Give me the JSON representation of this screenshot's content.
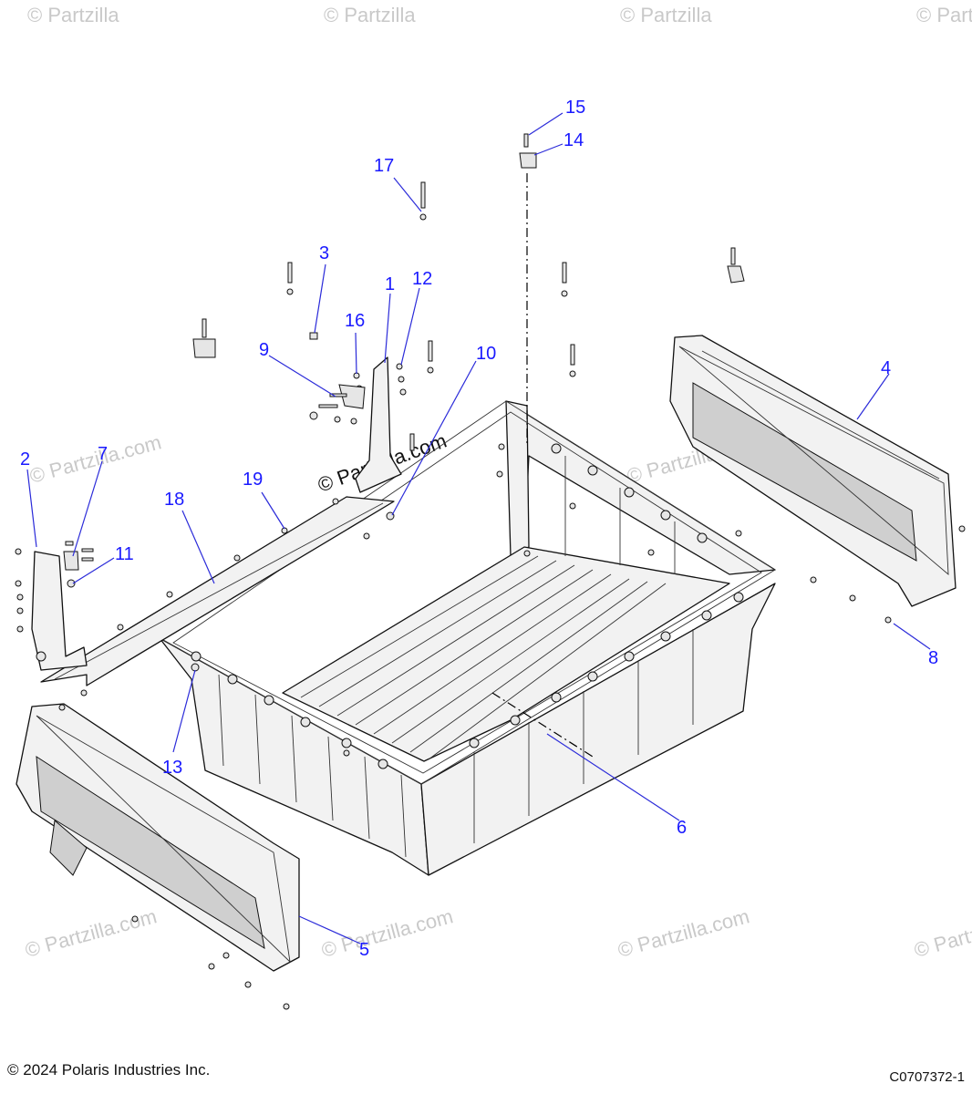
{
  "watermark": {
    "text": "© Partzilla",
    "center_text": "© Partzilla.com",
    "repeat_text": "© Partzilla.com"
  },
  "callouts": [
    "1",
    "2",
    "3",
    "4",
    "5",
    "6",
    "7",
    "8",
    "9",
    "10",
    "11",
    "12",
    "13",
    "14",
    "15",
    "16",
    "17",
    "18",
    "19"
  ],
  "footer": {
    "copyright": "© 2024 Polaris Industries Inc.",
    "drawing_id": "C0707372-1"
  },
  "colors": {
    "callout": "#1a1aff",
    "line": "#111111",
    "watermark": "#c9c9c9"
  }
}
